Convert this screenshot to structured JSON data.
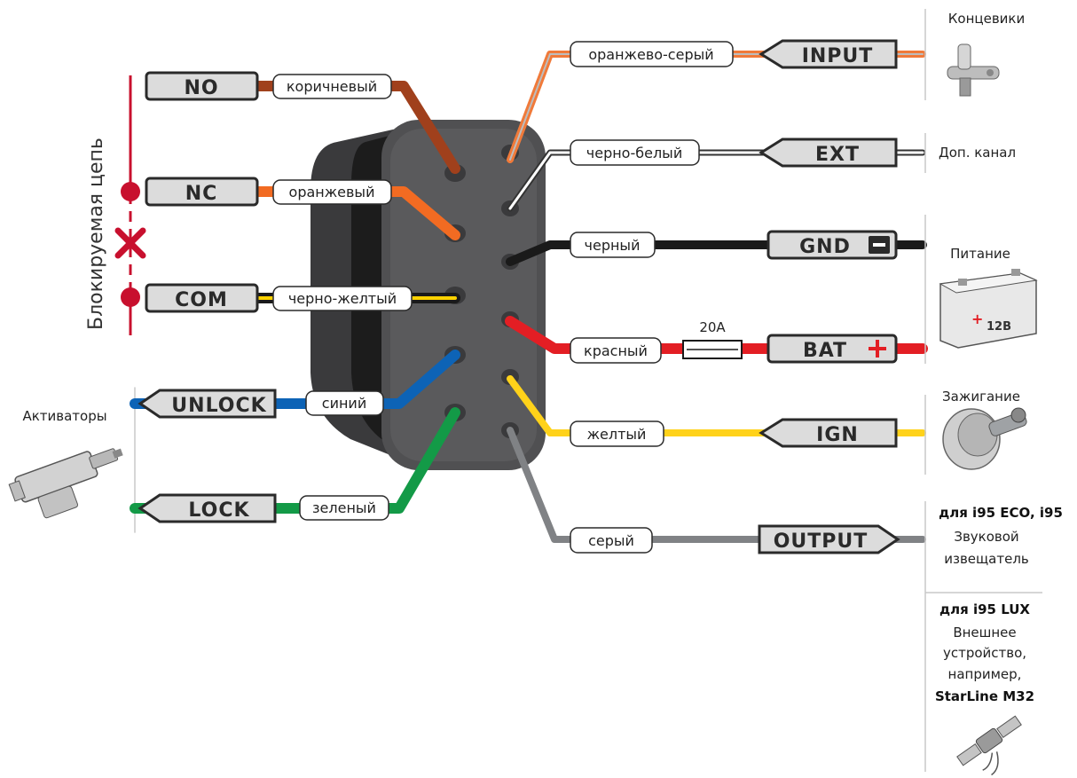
{
  "vertical_label": "Блокируемая цепь",
  "left_terminals": [
    {
      "tag": "NO",
      "wire": "коричневый"
    },
    {
      "tag": "NC",
      "wire": "оранжевый"
    },
    {
      "tag": "COM",
      "wire": "черно-желтый"
    }
  ],
  "actuators": {
    "label": "Активаторы",
    "unlock": {
      "tag": "UNLOCK",
      "wire": "синий"
    },
    "lock": {
      "tag": "LOCK",
      "wire": "зеленый"
    }
  },
  "right_terminals": [
    {
      "tag": "INPUT",
      "wire": "оранжево-серый"
    },
    {
      "tag": "EXT",
      "wire": "черно-белый"
    },
    {
      "tag": "GND",
      "wire": "черный"
    },
    {
      "tag": "BAT",
      "wire": "красный"
    },
    {
      "tag": "IGN",
      "wire": "желтый"
    },
    {
      "tag": "OUTPUT",
      "wire": "серый"
    }
  ],
  "fuse_label": "20А",
  "side_labels": {
    "input": "Концевики",
    "ext": "Доп. канал",
    "power": "Питание",
    "battery": "12В",
    "ignition": "Зажигание",
    "output_eco_title": "для i95 ECO, i95",
    "output_eco_line1": "Звуковой",
    "output_eco_line2": "извещатель",
    "output_lux_title": "для i95 LUX",
    "output_lux_line1": "Внешнее",
    "output_lux_line2": "устройство,",
    "output_lux_line3": "например,",
    "output_lux_line4": "StarLine M32"
  },
  "colors": {
    "brown": "#a0401c",
    "orange": "#f26b22",
    "black_yellow": "#ffd200",
    "blue": "#0d63b6",
    "green": "#139a47",
    "orange_grey": "#f07a3a",
    "black": "#1a1a1a",
    "red": "#e31e24",
    "yellow": "#ffd21a",
    "grey": "#808285",
    "circuit_red": "#c8102e",
    "device_body": "#4a4a4c"
  }
}
